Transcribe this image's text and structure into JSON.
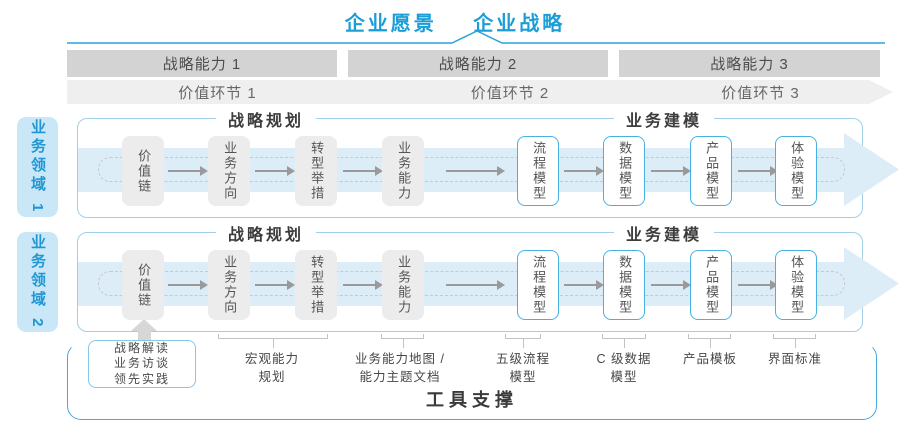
{
  "header": {
    "vision": "企业愿景",
    "strategy": "企业战略"
  },
  "capability_bars": [
    {
      "label": "战略能力 1"
    },
    {
      "label": "战略能力 2"
    },
    {
      "label": "战略能力 3"
    }
  ],
  "value_links": [
    {
      "label": "价值环节 1"
    },
    {
      "label": "价值环节 2"
    },
    {
      "label": "价值环节 3"
    }
  ],
  "domains": [
    {
      "label": "业务领域 1"
    },
    {
      "label": "业务领域 2"
    }
  ],
  "rows": [
    {
      "planning_header": "战略规划",
      "modeling_header": "业务建模",
      "boxes": [
        "价值链",
        "业务方向",
        "转型举措",
        "业务能力",
        "流程模型",
        "数据模型",
        "产品模型",
        "体验模型"
      ]
    },
    {
      "planning_header": "战略规划",
      "modeling_header": "业务建模",
      "boxes": [
        "价值链",
        "业务方向",
        "转型举措",
        "业务能力",
        "流程模型",
        "数据模型",
        "产品模型",
        "体验模型"
      ]
    }
  ],
  "bottom": {
    "practice_box": {
      "lines": [
        "战略解读",
        "业务访谈",
        "领先实践"
      ]
    },
    "labels": [
      {
        "lines": [
          "宏观能力",
          "规划"
        ]
      },
      {
        "lines": [
          "业务能力地图 /",
          "能力主题文档"
        ]
      },
      {
        "lines": [
          "五级流程",
          "模型"
        ]
      },
      {
        "lines": [
          "C 级数据",
          "模型"
        ]
      },
      {
        "lines": [
          "产品模板"
        ]
      },
      {
        "lines": [
          "界面标准"
        ]
      }
    ],
    "tool_support": "工具支撑"
  },
  "colors": {
    "accent_blue": "#1b9ed8",
    "domain_fill": "#c9e7f7",
    "row_border": "#9fd0e8",
    "band_fill": "#ddedf8",
    "capability_bar_fill": "#d3d3d3",
    "value_link_fill": "#efefef",
    "gray_box_fill": "#ececec",
    "blue_box_border": "#47b2e2",
    "tool_box_border": "#49a9da"
  }
}
